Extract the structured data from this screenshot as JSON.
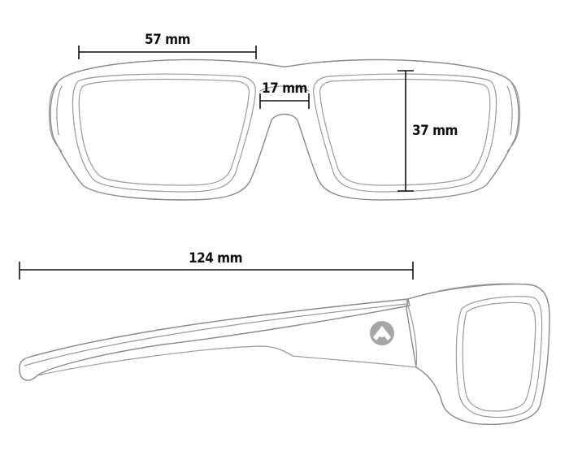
{
  "dimensions": {
    "lens_width": "57 mm",
    "bridge_width": "17 mm",
    "lens_height": "37 mm",
    "temple_length": "124 mm"
  },
  "colors": {
    "outline": "#9a9a9a",
    "dimension_line": "#111111",
    "logo_fill": "#a6a6a6"
  },
  "icons": {
    "temple_logo": "brand-logo-icon"
  }
}
